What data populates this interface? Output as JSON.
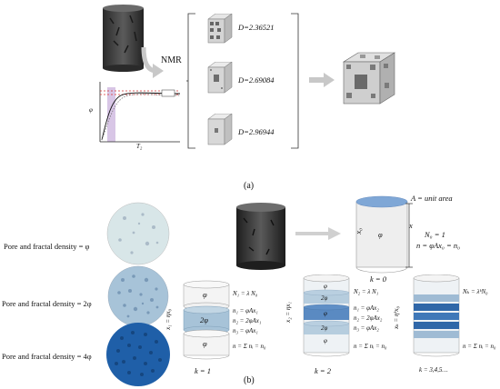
{
  "panel_a": {
    "nmr_label": "NMR",
    "fractal_dimensions": [
      "D=2.36521",
      "D=2.69084",
      "D=2.96944"
    ],
    "chart_axes": {
      "y": "φ",
      "x": "T₂"
    },
    "caption": "(a)"
  },
  "panel_b": {
    "density_labels": [
      "Pore and fractal density = φ",
      "Pore and fractal density = 2φ",
      "Pore and fractal density = 4φ"
    ],
    "single_cylinder": {
      "area_label": "A = unit area",
      "height_label": "x",
      "height_sub": "x₀",
      "phi": "φ",
      "eq1": "N₀ = 1",
      "eq2": "n = φAx₀ = n₀",
      "k_label": "k = 0"
    },
    "stage1": {
      "layers": [
        "φ",
        "2φ",
        "φ"
      ],
      "side_label": "x₁ = ηx₀",
      "eqs": [
        "N₁ = λ N₀",
        "n₁ = φAx₁",
        "n₂ = 2φAx₁",
        "n₃ = φAx₁",
        "n = Σ nᵢ = n₀"
      ],
      "k_label": "k = 1"
    },
    "stage2": {
      "layers": [
        "φ",
        "2φ",
        "φ",
        "2φ",
        "φ"
      ],
      "side_label": "x₂ = ηx₁",
      "eqs": [
        "N₂ = λ N₁",
        "n₁ = φAx₂",
        "n₂ = 2φAx₂",
        "n₃ = φAx₂",
        "n = Σ nᵢ = n₀"
      ],
      "k_label": "k = 2"
    },
    "stage3": {
      "side_label": "xₖ = ηᵏx₀",
      "eqs": [
        "Nₖ = λᵏN₀",
        "n = Σ nᵢ = n₀"
      ],
      "k_label": "k = 3,4,5…"
    },
    "caption": "(b)"
  },
  "colors": {
    "cylinder_top": "#7fa7d6",
    "disk_light": "#d8e6e8",
    "disk_mid": "#a7c3d8",
    "disk_dark": "#1f5fa8"
  }
}
